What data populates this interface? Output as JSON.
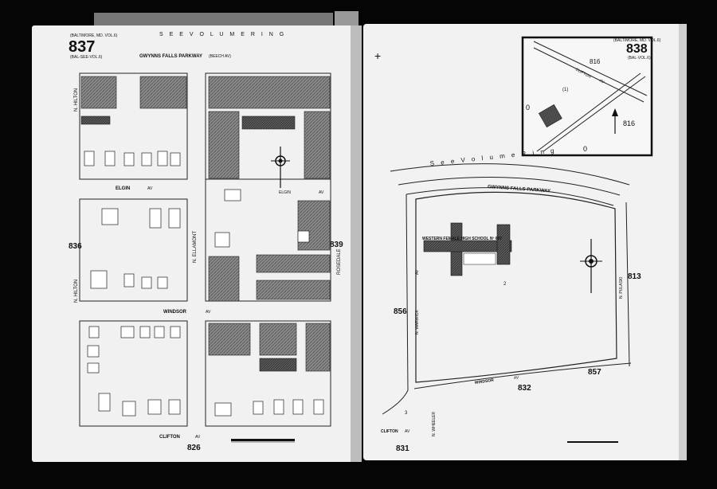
{
  "left_page": {
    "sheet_number": "837",
    "header_note": "(BALTIMORE, MD. VOL.6)",
    "vol_ref": "(BAL-SEE-VOL.6)",
    "see_volume_ring": "S E E   V O L U M E   R I N G",
    "streets": {
      "gwynns_falls_parkway": "GWYNNS FALLS PARKWAY",
      "beech_av": "(BEECH AV)",
      "n_hilton_top": "N. HILTON",
      "n_hilton_bottom": "N. HILTON",
      "elgin_west": "ELGIN",
      "elgin_west_av": "AV",
      "elgin_east": "ELGIN",
      "elgin_east_av": "AV",
      "n_ellamont": "N. ELLAMONT",
      "rosedale": "ROSEDALE",
      "windsor": "WINDSOR",
      "windsor_av": "AV",
      "clifton": "CLIFTON",
      "clifton_av": "AV"
    },
    "adjacent_sheets": {
      "west": "836",
      "east": "839",
      "south": "826"
    }
  },
  "right_page": {
    "sheet_number": "838",
    "vol_ref": "(BAL-VOL.6)",
    "header_note": "(BALTIMORE, MD. VOL.6)",
    "see_volume_ring": "S e e   V o l u m e   R i n g",
    "school_name": "WESTERN FEMALE HIGH SCHOOL Nº 607",
    "lot_number": "2",
    "lot_number_sw": "3",
    "streets": {
      "gwynns_falls_parkway": "GWYNNS FALLS PARKWAY",
      "n_warwick": "N. WARWICK",
      "n_warwick_av": "AV",
      "n_pulaski": "N. PULASKI",
      "windsor": "WINDSOR",
      "windsor_av": "AV",
      "clifton": "CLIFTON",
      "clifton_av": "AV",
      "n_wheeler": "N. WHEELER"
    },
    "adjacent_sheets": {
      "west": "856",
      "east": "813",
      "south_east": "857",
      "south": "832",
      "south_west": "831"
    },
    "inset": {
      "sheet_ref_top": "816",
      "sheet_ref_right": "816",
      "sheet_ref_left": "0",
      "sheet_ref_bottom": "0",
      "street_clifton": "CLIFTON",
      "street_clifton_av": "AV",
      "lot": "(1)"
    }
  }
}
